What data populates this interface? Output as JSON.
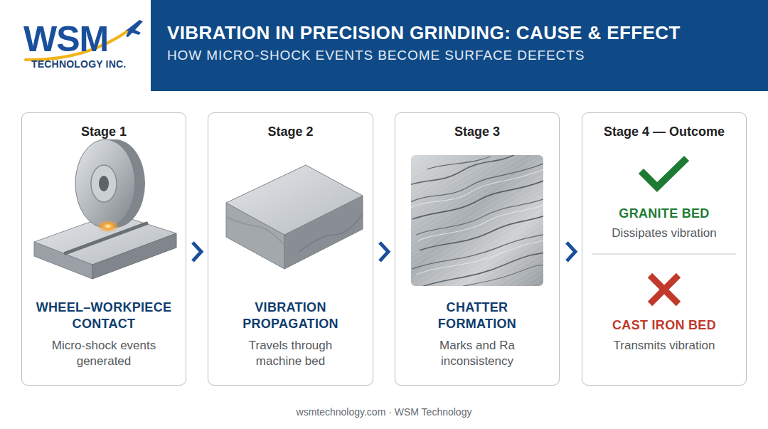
{
  "diagram": {
    "title": "VIBRATION IN PRECISION GRINDING: CAUSE & EFFECT",
    "nodes": [
      {
        "text": [
          "Stage 1",
          "WHEEL–WORKPIECE CONTACT",
          "Micro-shock events generated"
        ]
      },
      {
        "text": [
          "Stage 2",
          "VIBRATION PROPAGATION",
          "Travels through machine bed"
        ]
      },
      {
        "text": [
          "Stage 3",
          "CHATTER FORMATION",
          "Marks and Ra inconsistency"
        ]
      },
      {
        "text": [
          "Stage 4 — Outcome",
          "GRANITE BED",
          "Dissipates vibration",
          "CAST IRON BED",
          "Transmits vibration"
        ]
      }
    ],
    "edges": [
      {
        "from": 0,
        "to": 1,
        "arrow": "to"
      },
      {
        "from": 1,
        "to": 2,
        "arrow": "to"
      },
      {
        "from": 2,
        "to": 3,
        "arrow": "to"
      }
    ],
    "labels": [
      "HOW MICRO-SHOCK EVENTS BECOME SURFACE DEFECTS",
      "WSM",
      "TECHNOLOGY INC.",
      "wsmtechnology.com · WSM Technology"
    ]
  }
}
